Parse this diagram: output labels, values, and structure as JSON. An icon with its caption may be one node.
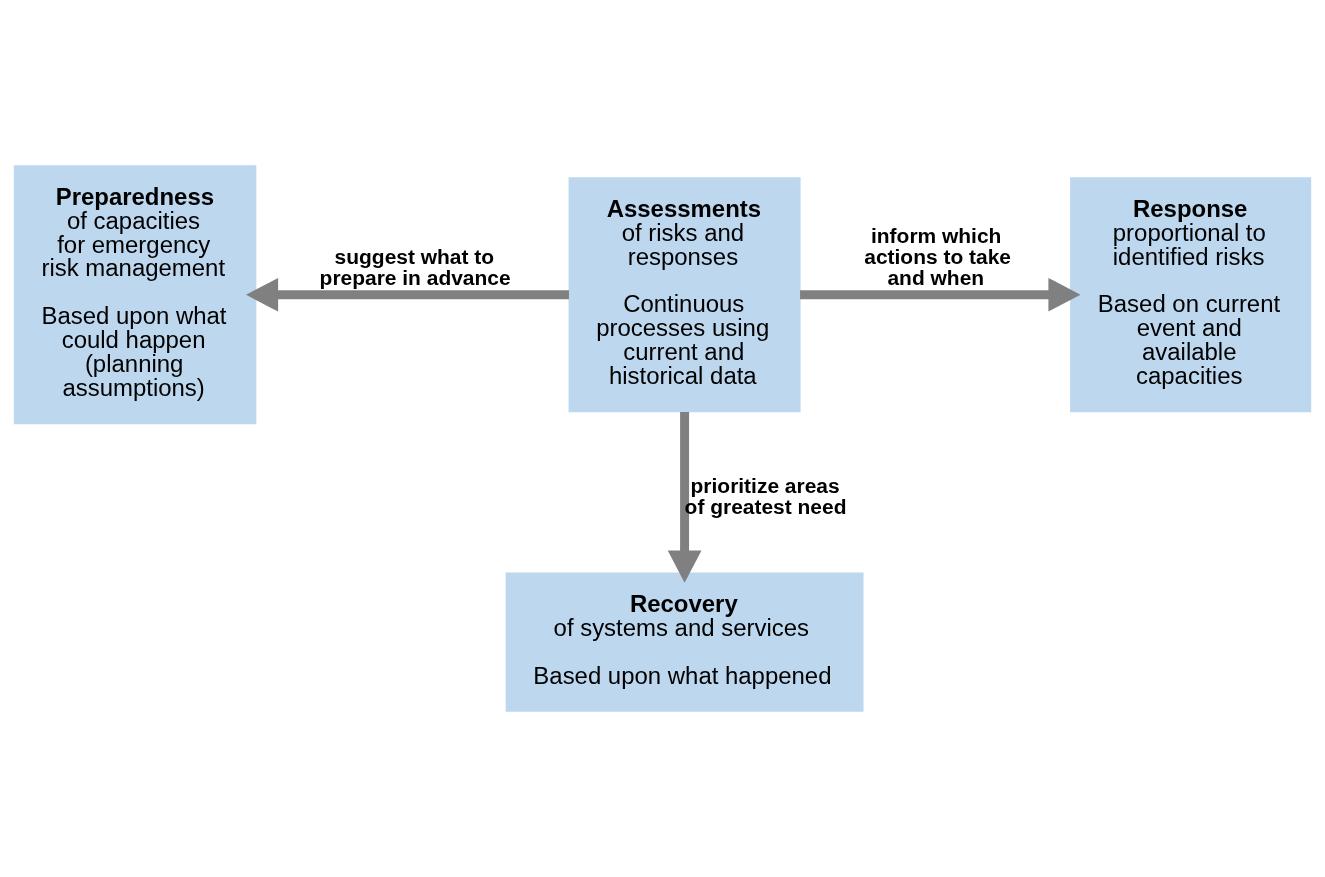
{
  "diagram": {
    "nodes": [
      {
        "text": [
          "Preparedness",
          "of capacities for emergency risk management",
          "Based upon what could happen (planning assumptions)"
        ]
      },
      {
        "text": [
          "Assessments",
          "of risks and responses",
          "Continuous processes using current and historical data"
        ]
      },
      {
        "text": [
          "Response",
          "proportional to identified risks",
          "Based on current event and available capacities"
        ]
      },
      {
        "text": [
          "Recovery",
          "of systems and services",
          "Based upon what happened"
        ]
      }
    ],
    "edges": [
      {
        "from": 1,
        "to": 0,
        "arrow": "to",
        "label": "suggest what to prepare in advance"
      },
      {
        "from": 1,
        "to": 2,
        "arrow": "to",
        "label": "inform which actions to take and when"
      },
      {
        "from": 1,
        "to": 3,
        "arrow": "to",
        "label": "prioritize areas of greatest need"
      }
    ]
  }
}
